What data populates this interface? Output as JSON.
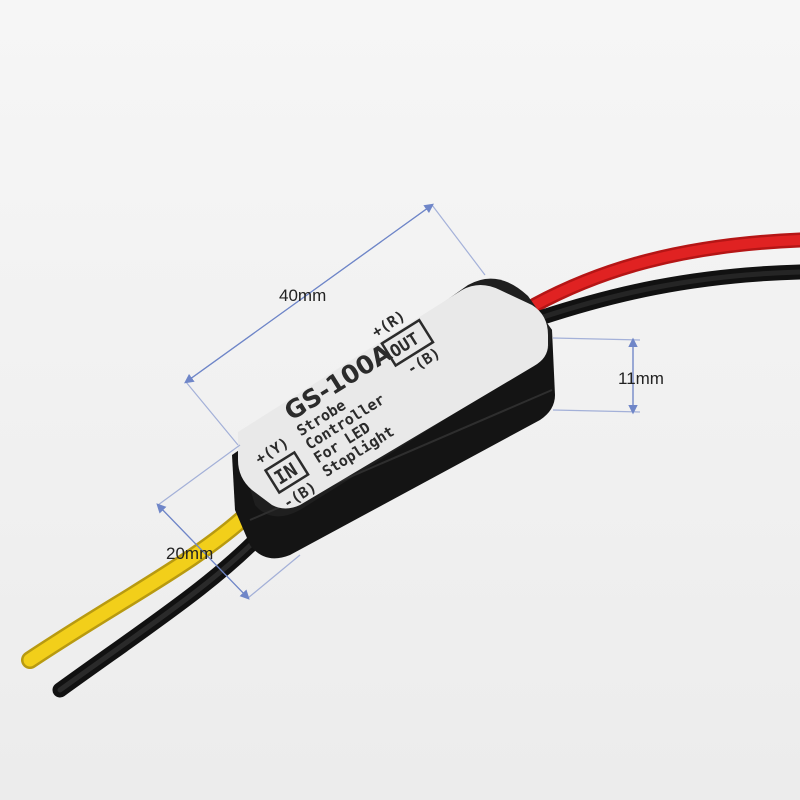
{
  "dimensions": {
    "length": "40mm",
    "height": "11mm",
    "width": "20mm"
  },
  "label": {
    "model": "GS-100A",
    "lines": [
      "Strobe",
      "Controller",
      "For LED",
      "Stoplight"
    ],
    "input_badge": "IN",
    "output_badge": "OUT",
    "input_pos": "+(Y)",
    "input_neg": "-(B)",
    "output_pos": "+(R)",
    "output_neg": "-(B)"
  },
  "colors": {
    "background": "#f2f2f2",
    "housing": "#1c1c1c",
    "label": "#e9e9e9",
    "label_ink": "#2b2b2b",
    "wire_red": "#d81c1c",
    "wire_black": "#1e1e1e",
    "wire_yellow": "#f2cf1a",
    "dimension_line": "#6f86c8"
  }
}
